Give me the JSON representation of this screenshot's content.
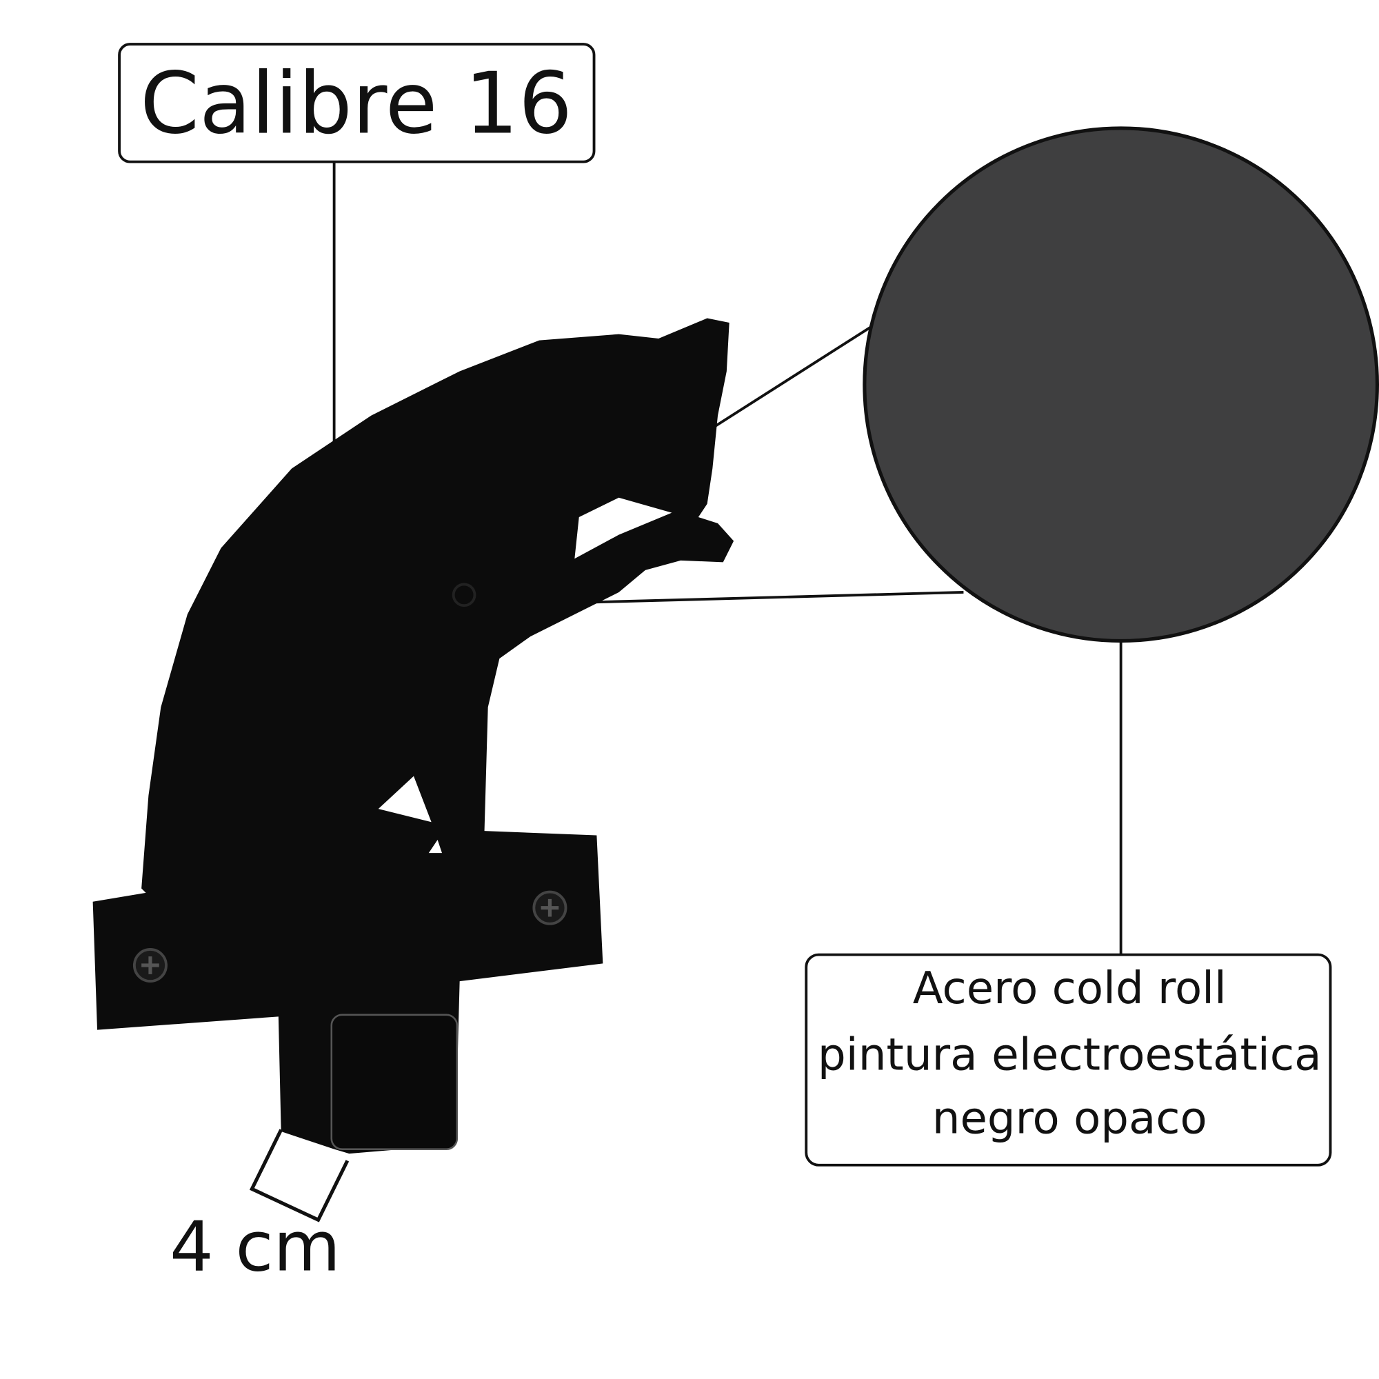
{
  "callouts": {
    "gauge": "Calibre 16",
    "material_line1": "Acero cold roll",
    "material_line2": "pintura electroestática",
    "material_line3": "negro opaco",
    "dimension": "4 cm"
  },
  "colors": {
    "product": "#0c0c0c",
    "texture": "#3f3f40",
    "outline": "#111111"
  }
}
